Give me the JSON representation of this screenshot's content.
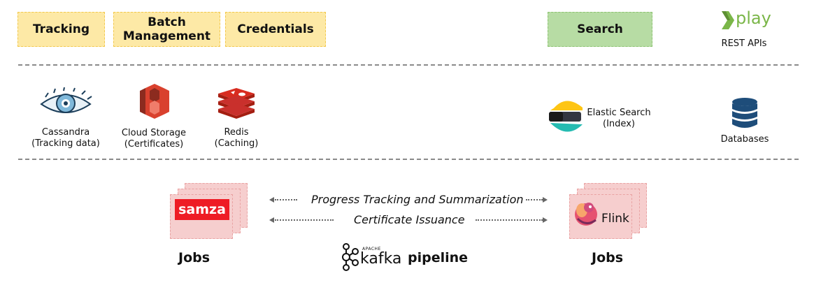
{
  "top": {
    "tracking": "Tracking",
    "batch_line1": "Batch",
    "batch_line2": "Management",
    "credentials": "Credentials",
    "search": "Search",
    "play_logo": "play",
    "rest_apis": "REST APIs"
  },
  "middle": {
    "cassandra_line1": "Cassandra",
    "cassandra_line2": "(Tracking data)",
    "cloud_line1": "Cloud Storage",
    "cloud_line2": "(Certificates)",
    "redis_line1": "Redis",
    "redis_line2": "(Caching)",
    "elastic_line1": "Elastic Search",
    "elastic_line2": "(Index)",
    "databases": "Databases"
  },
  "bottom": {
    "samza_logo": "samza",
    "flink_logo": "Flink",
    "flow1": "Progress Tracking and Summarization",
    "flow2": "Certificate Issuance",
    "jobs_left": "Jobs",
    "jobs_right": "Jobs",
    "kafka_logo": "kafka",
    "kafka_small": "APACHE",
    "pipeline": "pipeline"
  },
  "icons": [
    "cassandra-eye-icon",
    "aws-s3-icon",
    "redis-icon",
    "elasticsearch-icon",
    "database-icon",
    "play-logo-icon",
    "samza-logo",
    "flink-squirrel-icon",
    "kafka-logo-icon"
  ],
  "colors": {
    "yellow_box": "#fde9a6",
    "green_box": "#b7dca4",
    "job_stack": "#f6cece",
    "samza_red": "#ee1c25",
    "play_green": "#7ab648",
    "s3_red": "#d9412e",
    "redis_red": "#c9302c",
    "db_blue": "#1e4d7a"
  }
}
